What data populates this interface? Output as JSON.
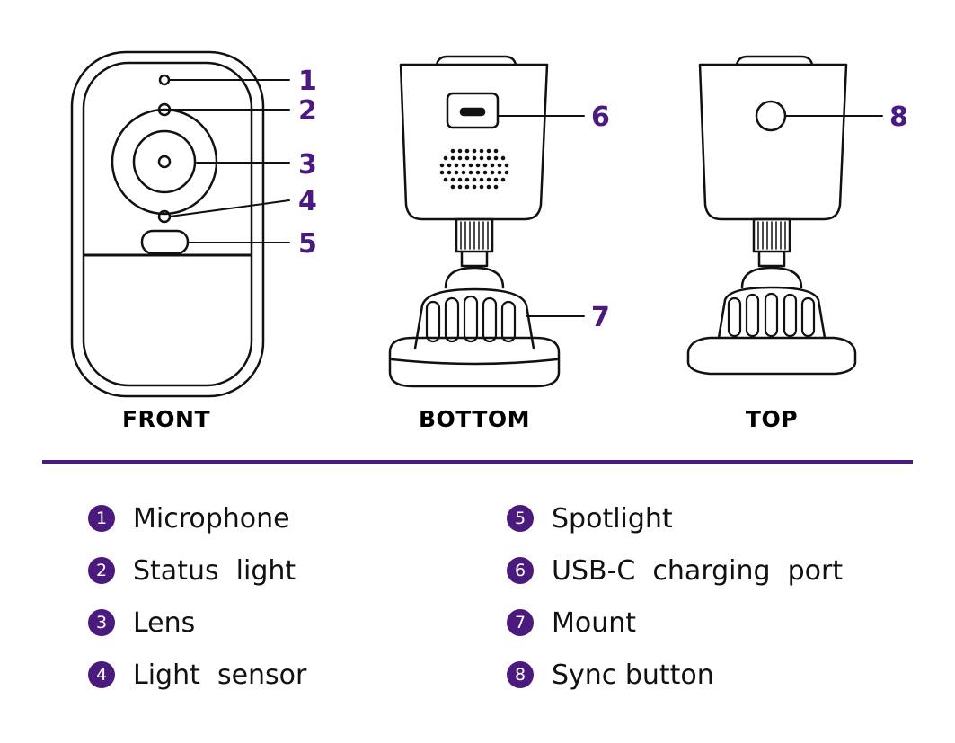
{
  "accent_color": "#4b1a7e",
  "views": {
    "front": "FRONT",
    "bottom": "BOTTOM",
    "top": "TOP"
  },
  "callouts": [
    "1",
    "2",
    "3",
    "4",
    "5",
    "6",
    "7",
    "8"
  ],
  "legend": [
    {
      "num": "1",
      "label": "Microphone"
    },
    {
      "num": "2",
      "label": "Status  light"
    },
    {
      "num": "3",
      "label": "Lens"
    },
    {
      "num": "4",
      "label": "Light  sensor"
    },
    {
      "num": "5",
      "label": "Spotlight"
    },
    {
      "num": "6",
      "label": "USB-C  charging  port"
    },
    {
      "num": "7",
      "label": "Mount"
    },
    {
      "num": "8",
      "label": "Sync button"
    }
  ]
}
